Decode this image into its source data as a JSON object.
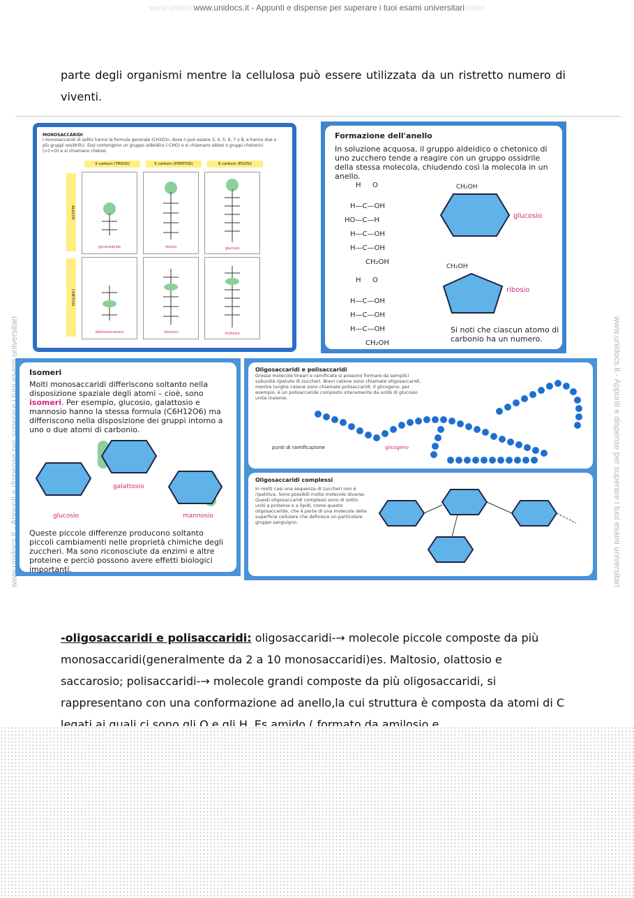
{
  "header": {
    "watermark_left": "www.unidoc",
    "title": "www.unidocs.it - Appunti e dispense per superare i tuoi esami universitari",
    "watermark_right": "rsitari"
  },
  "side_watermark": "www.unidocs.it - Appunti e dispense per superare i tuoi esami universitari",
  "paragraph1": "parte degli organismi  mentre la cellulosa può essere utilizzata da un ristretto numero di viventi.",
  "figure": {
    "mono": {
      "title": "MONOSACCARIDI",
      "intro": "I monosaccaridi di solito hanno la formula generale (CH2O)n, dove n può essere 3, 4, 5, 6, 7 o 8, e hanno due o più gruppi ossidrilici. Essi contengono un gruppo aldeidico (-CHO) e si chiamano aldosi o gruppi chetonici (>C=O) e si chiamano chetosi.",
      "cols": [
        "3 carboni (TRIOSI)",
        "5 carboni (PENTOSI)",
        "6 carboni (ESOSI)"
      ],
      "rows": [
        "ALDOSI",
        "CHETOSI"
      ],
      "names": [
        "gliceraldeide",
        "ribosio",
        "glucosio",
        "diidrossiacetone",
        "ribulosio",
        "fruttosio"
      ]
    },
    "ring": {
      "title": "Formazione dell'anello",
      "text": "In soluzione acquosa, il gruppo aldeidico o chetonico di uno zucchero tende a reagire con un gruppo ossidrile della stessa molecola, chiudendo così la molecola in un anello.",
      "glucosio": "glucosio",
      "ribosio": "ribosio",
      "note": "Si noti che ciascun atomo di carbonio ha un numero."
    },
    "iso": {
      "title": "Isomeri",
      "text1": "Molti monosaccaridi differiscono soltanto nella disposizione spaziale degli atomi – cioè, sono ",
      "isomeri": "isomeri",
      "text2": ". Per esempio, glucosio, galattosio e mannosio hanno la stessa formula (C6H12O6) ma differiscono nella disposizione dei gruppi intorno a uno o due atomi di carbonio.",
      "glucosio": "glucosio",
      "galattosio": "galattosio",
      "mannosio": "mannosio",
      "footer": "Queste piccole differenze producono soltanto piccoli cambiamenti nelle proprietà chimiche degli zuccheri. Ma sono riconosciute da enzimi e altre proteine e perciò possono avere effetti biologici importanti."
    },
    "oligo": {
      "title": "Oligosaccaridi e polisaccaridi",
      "text": "Grosse molecole lineari e ramificate si possono formare da semplici subunità ripetute di zuccheri. Brevi catene sono chiamate oligosaccaridi, mentre lunghe catene sono chiamate polisaccaridi. Il glicogeno, per esempio, è un polisaccaride composto interamente da unità di glucosio unite insieme.",
      "branch_label": "punti di ramificazione",
      "glycogen_label": "glicogeno"
    },
    "complex": {
      "title": "Oligosaccaridi complessi",
      "text": "In molti casi una sequenza di zuccheri non è ripetitiva. Sono possibili molte molecole diverse. Questi oligosaccaridi complessi sono di solito uniti a proteine o a lipidi, come questo oligosaccaride, che è parte di una molecola della superficie cellulare che definisce un particolare gruppo sanguigno."
    }
  },
  "paragraph2": {
    "heading": "-oligosaccaridi e polisaccaridi:",
    "body": " oligosaccaridi-→ molecole piccole composte da più monosaccaridi(generalmente da 2 a 10 monosaccaridi)es. Maltosio, olattosio e saccarosio; polisaccaridi-→ molecole grandi composte da più oligosaccaridi, si rappresentano con una conformazione ad anello,la cui struttura è composta da atomi di C legati ai quali ci sono gli O e gli H. Es amido ( formato da amilosio e"
  },
  "colors": {
    "panel_blue": "#4a93d8",
    "ring_fill": "#5fb3e8",
    "pink": "#d4237b",
    "yellow": "#ffef80",
    "green": "#8ccf9a"
  }
}
